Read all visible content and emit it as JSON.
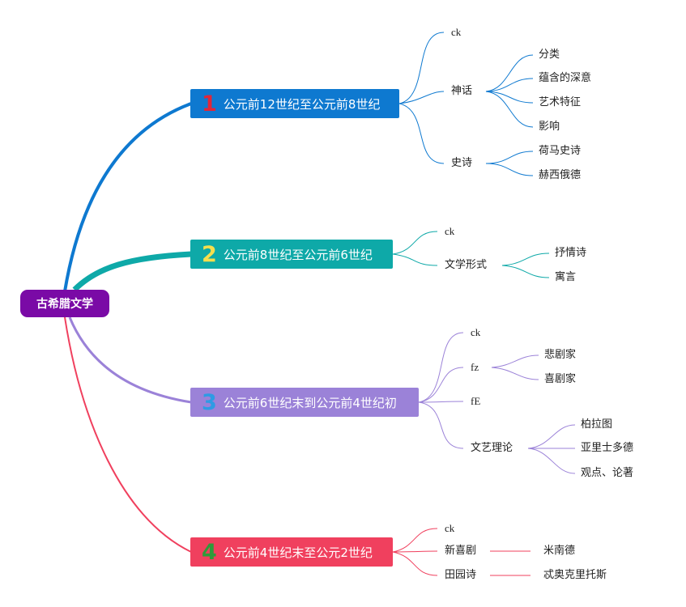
{
  "root": {
    "label": "古希腊文学",
    "color": "#7a0aa6"
  },
  "branches": [
    {
      "number": "1",
      "label": "公元前12世纪至公元前8世纪",
      "color": "#0e79d0",
      "number_color": "#e0263a",
      "children": [
        {
          "label": "ck"
        },
        {
          "label": "神话",
          "children": [
            "分类",
            "蕴含的深意",
            "艺术特征",
            "影响"
          ]
        },
        {
          "label": "史诗",
          "children": [
            "荷马史诗",
            "赫西俄德"
          ]
        }
      ]
    },
    {
      "number": "2",
      "label": "公元前8世纪至公元前6世纪",
      "color": "#0ea9a8",
      "number_color": "#f5df4d",
      "children": [
        {
          "label": "ck"
        },
        {
          "label": "文学形式",
          "children": [
            "抒情诗",
            "寓言"
          ]
        }
      ]
    },
    {
      "number": "3",
      "label": "公元前6世纪末到公元前4世纪初",
      "color": "#9b82d8",
      "number_color": "#2e9be4",
      "children": [
        {
          "label": "ck"
        },
        {
          "label": "fz",
          "children": [
            "悲剧家",
            "喜剧家"
          ]
        },
        {
          "label": "fE"
        },
        {
          "label": "文艺理论",
          "children": [
            "柏拉图",
            "亚里士多德",
            "观点、论著"
          ]
        }
      ]
    },
    {
      "number": "4",
      "label": "公元前4世纪末至公元2世纪",
      "color": "#f0405e",
      "number_color": "#2e9b3a",
      "children": [
        {
          "label": "ck"
        },
        {
          "label": "新喜剧",
          "children": [
            "米南德"
          ]
        },
        {
          "label": "田园诗",
          "children": [
            "忒奥克里托斯"
          ]
        }
      ]
    }
  ]
}
